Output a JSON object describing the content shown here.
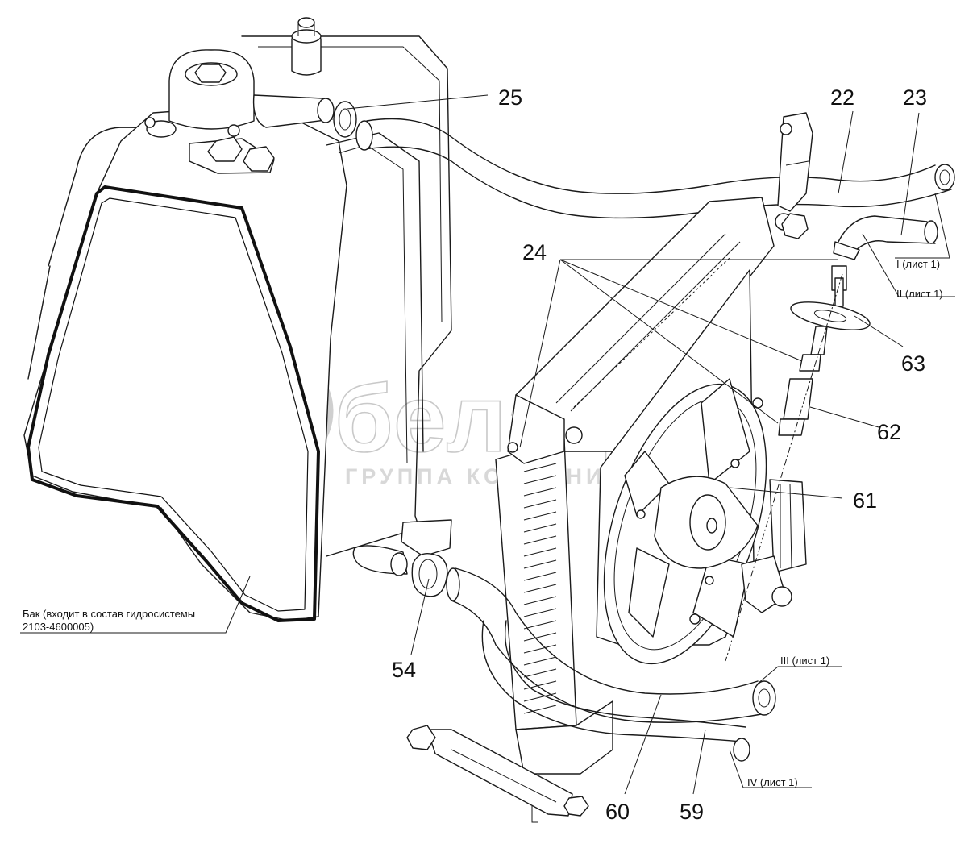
{
  "watermark": {
    "brand": "белагро",
    "subtitle": "ГРУППА КОМПАНИЙ"
  },
  "callouts": {
    "p22": "22",
    "p23": "23",
    "p24": "24",
    "p25": "25",
    "p54": "54",
    "p59": "59",
    "p60": "60",
    "p61": "61",
    "p62": "62",
    "p63": "63"
  },
  "notes": {
    "sheet1_i": "I (лист 1)",
    "sheet1_ii": "II (лист 1)",
    "sheet1_iii": "III (лист 1)",
    "sheet1_iv": "IV (лист 1)",
    "tank_line1": "Бак (входит в состав гидросистемы",
    "tank_line2": "2103-4600005)"
  }
}
